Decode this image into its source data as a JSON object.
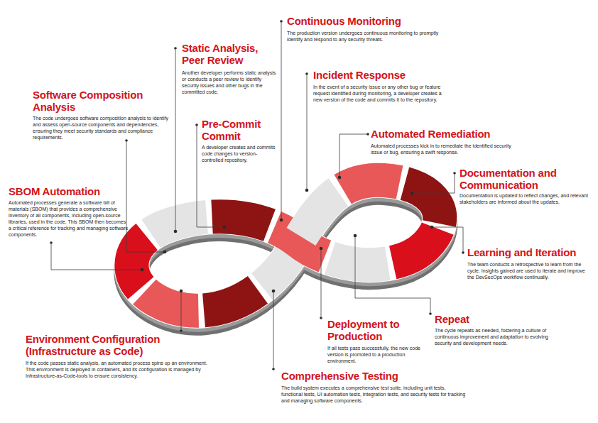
{
  "diagram": {
    "labels": [
      "Continuous Monitoring",
      "The production version undergoes continuous monitoring to promptly identify and respond to any security threats.",
      "Static Analysis, Peer Review",
      "Another developer performs static analysis or conducts a peer review to identify security issues and other bugs in the committed code.",
      "Incident Response",
      "In the event of a security issue or any other bug or feature request identified during monitoring, a developer creates a new version of the code and commits it to the repository.",
      "Software Composition Analysis",
      "The code undergoes software composition analysis to identify and assess open-source components and dependencies, ensuring they meet security standards and compliance requirements.",
      "Pre-Commit Commit",
      "A developer creates and commits code changes to version-controlled repository.",
      "Automated Remediation",
      "Automated processes kick in to remediate the identified security issue or bug, ensuring a swift response.",
      "Documentation and Communication",
      "Documentation is updated to reflect changes, and relevant stakeholders are informed about the updates.",
      "SBOM Automation",
      "Automated processes generate a software bill of materials (SBOM) that provides a comprehensive inventory of all components, including open-source libraries, used in the code. This SBOM then becomes a critical reference for tracking and managing software components.",
      "Learning and Iteration",
      "The team conducts a retrospective to learn from the cycle. Insights gained are used to iterate and improve the DevSecOps workflow continually.",
      "Repeat",
      "The cycle repeats as needed, fostering a culture of continuous improvement and adaptation to evolving security and development needs.",
      "Deployment to Production",
      "If all tests pass successfully, the new code version is promoted to a production environment.",
      "Environment Configuration (Infrastructure as Code)",
      "If the code passes static analysis, an automated process spins up an environment. This environment is deployed in containers, and its configuration is managed by Infrastructure-as-Code-tools to ensure consistency.",
      "Comprehensive Testing",
      "The build system executes a comprehensive test suite, including unit tests, functional tests, UI automation tests, integration tests, and security tests for tracking and managing software components."
    ]
  }
}
